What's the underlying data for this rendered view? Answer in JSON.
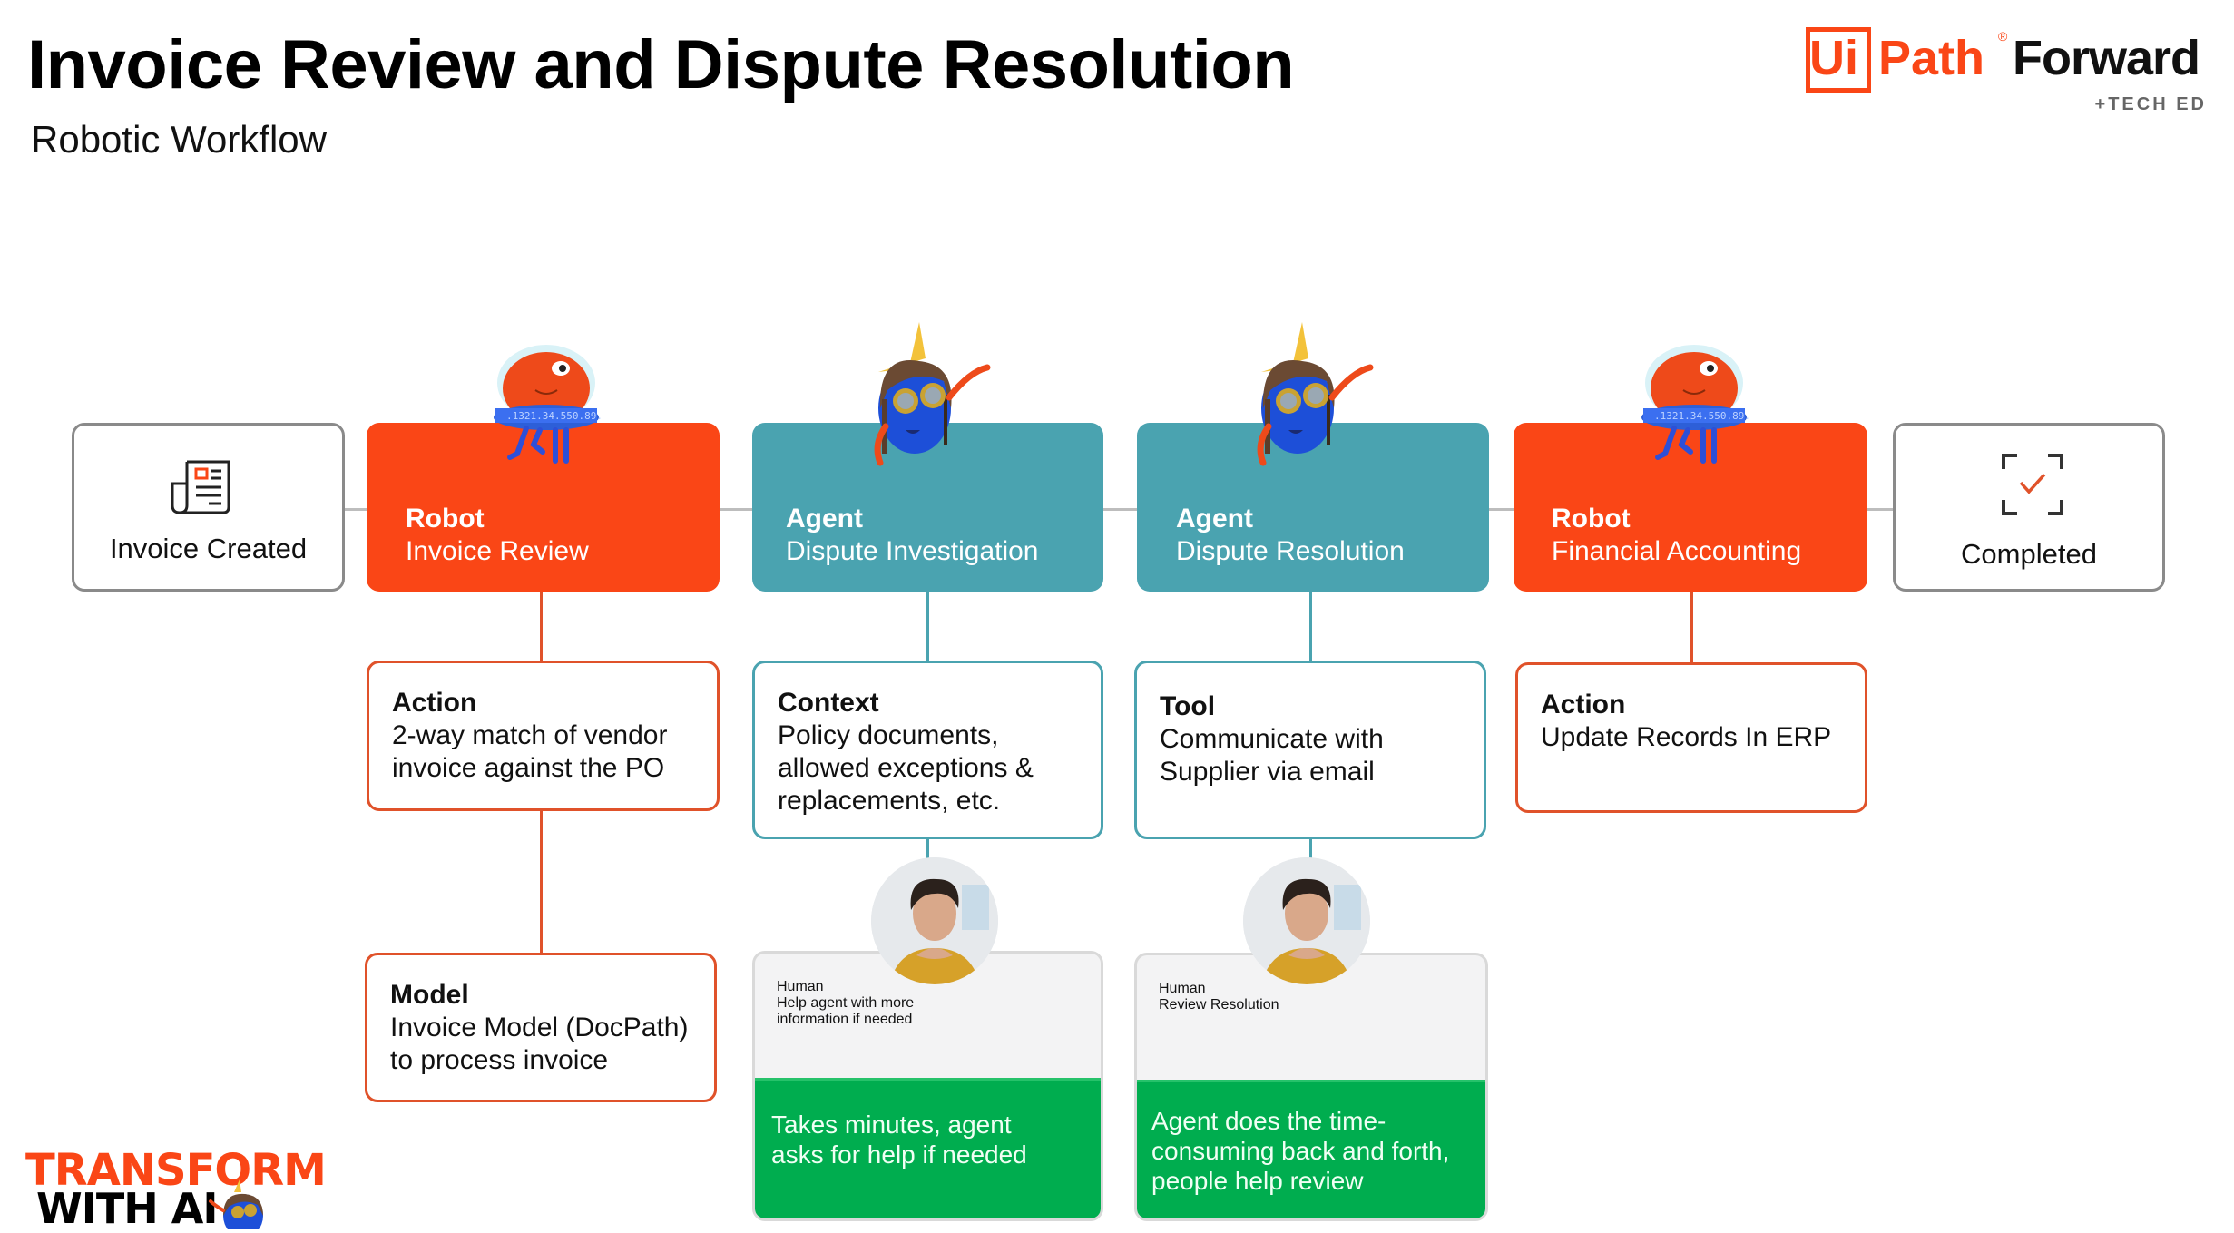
{
  "header": {
    "title": "Invoice Review and Dispute Resolution",
    "subtitle": "Robotic Workflow"
  },
  "logo": {
    "ui": "Ui",
    "path": "Path",
    "registered": "®",
    "forward": "Forward",
    "tech_ed": "+TECH ED"
  },
  "colors": {
    "robot": "#fa4616",
    "agent": "#4aa3b0",
    "human_note": "#00ad4f",
    "connector": "#bdbdbd"
  },
  "flow": {
    "start": {
      "label": "Invoice Created",
      "icon": "invoice-document-icon"
    },
    "steps": [
      {
        "role": "Robot",
        "name": "Invoice Review",
        "type": "robot",
        "mascot": "robot-mascot-icon"
      },
      {
        "role": "Agent",
        "name": "Dispute Investigation",
        "type": "agent",
        "mascot": "agent-pilot-mascot-icon"
      },
      {
        "role": "Agent",
        "name": "Dispute Resolution",
        "type": "agent",
        "mascot": "agent-pilot-mascot-icon"
      },
      {
        "role": "Robot",
        "name": "Financial Accounting",
        "type": "robot",
        "mascot": "robot-mascot-icon"
      }
    ],
    "end": {
      "label": "Completed",
      "icon": "completed-check-icon"
    }
  },
  "details": {
    "invoice_review_action": {
      "heading": "Action",
      "text": "2-way match of vendor\ninvoice against the PO"
    },
    "invoice_review_model": {
      "heading": "Model",
      "text": "Invoice Model (DocPath)\nto process invoice"
    },
    "investigation_context": {
      "heading": "Context",
      "text": "Policy documents,\nallowed exceptions &\nreplacements, etc."
    },
    "resolution_tool": {
      "heading": "Tool",
      "text": "Communicate with\nSupplier via email"
    },
    "accounting_action": {
      "heading": "Action",
      "text": "Update Records In ERP"
    }
  },
  "humans": [
    {
      "heading": "Human",
      "text": "Help agent with more\ninformation if needed",
      "note": "Takes minutes, agent\nasks for help if needed"
    },
    {
      "heading": "Human",
      "text": "Review Resolution",
      "note": "Agent does the time-\nconsuming back and forth,\npeople help review"
    }
  ],
  "footer": {
    "line1": "TRANSFORM",
    "line2": "WITH AI"
  }
}
